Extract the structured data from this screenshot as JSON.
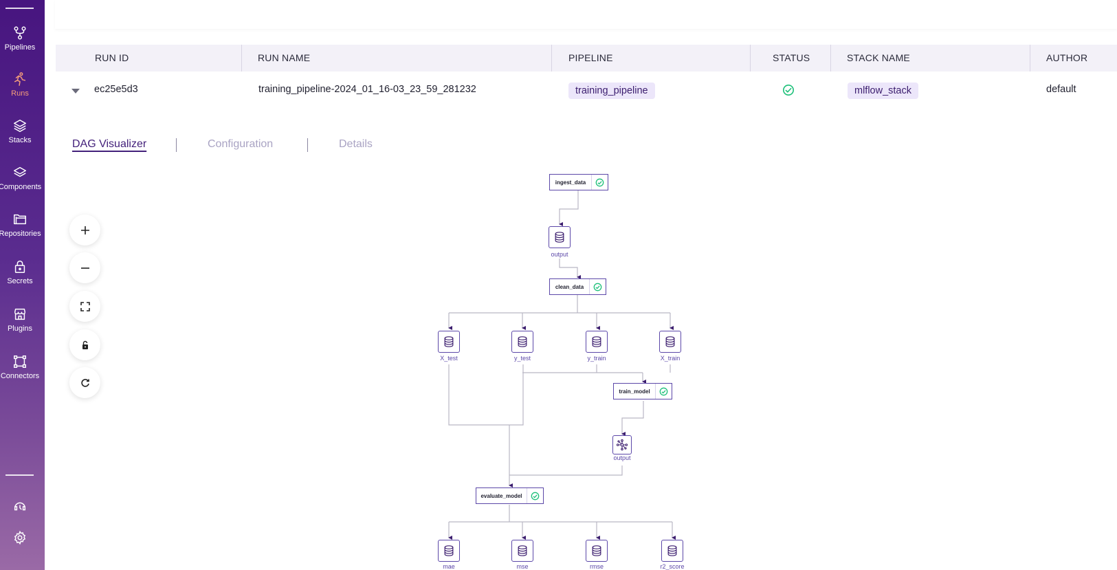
{
  "sidebar": {
    "items": [
      {
        "label": "Pipelines",
        "icon": "pipelines-icon"
      },
      {
        "label": "Runs",
        "icon": "runs-icon"
      },
      {
        "label": "Stacks",
        "icon": "stacks-icon"
      },
      {
        "label": "Components",
        "icon": "components-icon"
      },
      {
        "label": "Repositories",
        "icon": "repositories-icon"
      },
      {
        "label": "Secrets",
        "icon": "secrets-icon"
      },
      {
        "label": "Plugins",
        "icon": "plugins-icon"
      },
      {
        "label": "Connectors",
        "icon": "connectors-icon"
      }
    ],
    "active": "Runs",
    "bottom_icons": [
      "support-icon",
      "settings-icon"
    ]
  },
  "table": {
    "headers": [
      "RUN ID",
      "RUN NAME",
      "PIPELINE",
      "STATUS",
      "STACK NAME",
      "AUTHOR"
    ],
    "row": {
      "run_id": "ec25e5d3",
      "run_name": "training_pipeline-2024_01_16-03_23_59_281232",
      "pipeline": "training_pipeline",
      "status": "completed",
      "stack_name": "mlflow_stack",
      "author": "default"
    }
  },
  "tabs": [
    {
      "label": "DAG Visualizer",
      "active": true
    },
    {
      "label": "Configuration",
      "active": false
    },
    {
      "label": "Details",
      "active": false
    }
  ],
  "controls": [
    "zoom-in-icon",
    "zoom-out-icon",
    "fit-view-icon",
    "lock-icon",
    "refresh-icon"
  ],
  "dag": {
    "steps": {
      "ingest_data": "ingest_data",
      "clean_data": "clean_data",
      "train_model": "train_model",
      "evaluate_model": "evaluate_model"
    },
    "artifacts": {
      "ingest_output": "output",
      "x_test": "X_test",
      "y_test": "y_test",
      "y_train": "y_train",
      "x_train": "X_train",
      "model_output": "output",
      "mae": "mae",
      "mse": "mse",
      "rmse": "rmse",
      "r2_score": "r2_score"
    }
  },
  "colors": {
    "accent": "#43207a",
    "sidebar_top": "#47157f",
    "sidebar_bottom": "#9a6aa6",
    "active_nav": "#f59e7a",
    "success": "#1ec07a",
    "tag_bg": "#ece6fa"
  }
}
